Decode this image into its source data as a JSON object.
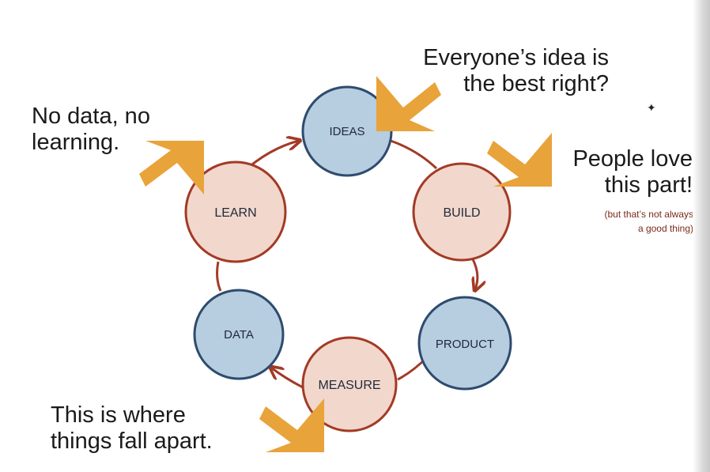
{
  "nodes": {
    "ideas": "IDEAS",
    "build": "BUILD",
    "product": "PRODUCT",
    "measure": "MEASURE",
    "data": "DATA",
    "learn": "LEARN"
  },
  "annotations": {
    "ideas": [
      "Everyone’s idea is",
      "the best right?"
    ],
    "learn": [
      "No data, no",
      "learning."
    ],
    "build": [
      "People love",
      "this part!"
    ],
    "build_sub": [
      "(but that’s not always",
      "a good thing)"
    ],
    "measure": [
      "This is where",
      "things fall apart."
    ]
  },
  "colors": {
    "blue_fill": "#b7cde0",
    "blue_stroke": "#2e4b6e",
    "peach_fill": "#f2d7cc",
    "red_stroke": "#a33a25",
    "arrow_orange": "#e8a33a",
    "subnote_red": "#7a2a1a"
  }
}
